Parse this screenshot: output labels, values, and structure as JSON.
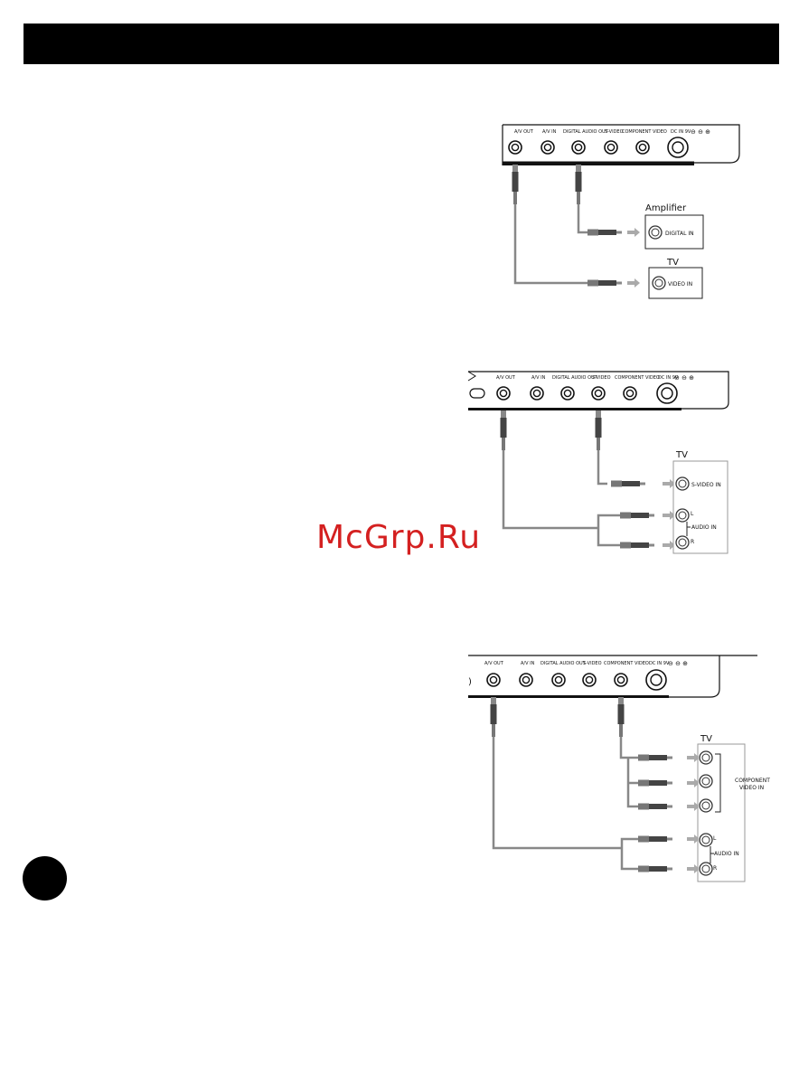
{
  "watermark": "McGrp.Ru",
  "diagram1": {
    "ports": [
      "A/V OUT",
      "A/V IN",
      "DIGITAL AUDIO OUT",
      "S-VIDEO",
      "COMPONENT VIDEO",
      "DC IN 9V"
    ],
    "devices": [
      {
        "name": "Amplifier",
        "inputs": [
          "DIGITAL IN"
        ]
      },
      {
        "name": "TV",
        "inputs": [
          "VIDEO IN"
        ]
      }
    ]
  },
  "diagram2": {
    "ports": [
      "A/V OUT",
      "A/V IN",
      "DIGITAL AUDIO OUT",
      "S-VIDEO",
      "COMPONENT VIDEO",
      "DC IN 9V"
    ],
    "tv": {
      "name": "TV",
      "svideo_in": "S-VIDEO IN",
      "audio_in": "AUDIO IN",
      "left": "L",
      "right": "R"
    }
  },
  "diagram3": {
    "ports": [
      "A/V OUT",
      "A/V IN",
      "DIGITAL AUDIO OUT",
      "S-VIDEO",
      "COMPONENT VIDEO",
      "DC IN 9V"
    ],
    "tv": {
      "name": "TV",
      "component_line1": "COMPONENT",
      "component_line2": "VIDEO IN",
      "audio_in": "AUDIO IN",
      "left": "L",
      "right": "R"
    }
  }
}
